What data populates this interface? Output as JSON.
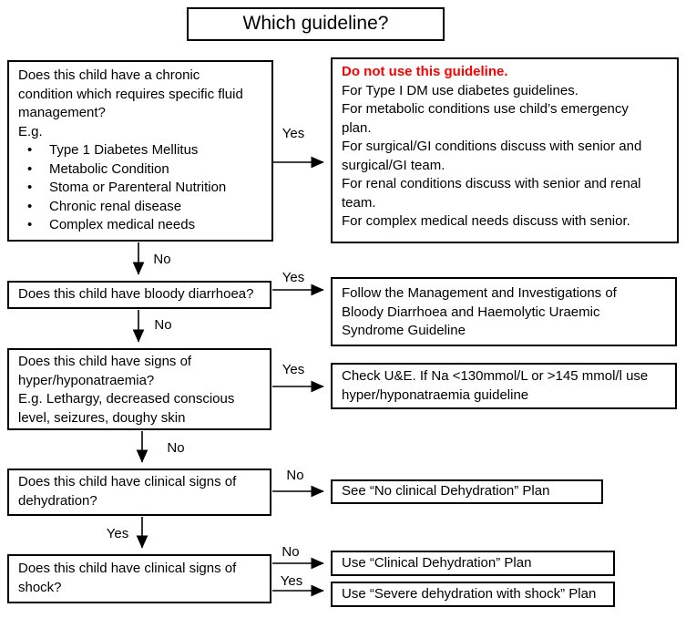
{
  "title": "Which guideline?",
  "labels": {
    "yes": "Yes",
    "no": "No"
  },
  "colors": {
    "warning_text": "#ff0000",
    "box_border": "#000000",
    "background": "#ffffff"
  },
  "questions": {
    "q1": {
      "intro": "Does this child have a chronic condition which requires specific fluid management?",
      "eg": "E.g.",
      "bullets": [
        "Type 1 Diabetes Mellitus",
        "Metabolic Condition",
        "Stoma or Parenteral Nutrition",
        "Chronic renal disease",
        "Complex medical needs"
      ]
    },
    "q2": {
      "text": "Does this child have bloody diarrhoea?"
    },
    "q3": {
      "line1": "Does this child have signs of hyper/hyponatraemia?",
      "line2": "E.g. Lethargy, decreased conscious level, seizures, doughy skin"
    },
    "q4": {
      "text": "Does this child have clinical signs of dehydration?"
    },
    "q5": {
      "text": "Does this child have clinical signs of shock?"
    }
  },
  "outcomes": {
    "a1": {
      "heading": "Do not use this guideline.",
      "lines": [
        "For Type I DM use diabetes guidelines.",
        "For metabolic conditions use child’s emergency plan.",
        "For surgical/GI conditions discuss with senior and surgical/GI team.",
        "For renal conditions discuss with senior and renal team.",
        "For complex medical needs discuss with senior."
      ]
    },
    "a2": {
      "text": "Follow the Management and Investigations of Bloody Diarrhoea and Haemolytic Uraemic Syndrome Guideline"
    },
    "a3": {
      "text": "Check U&E. If Na <130mmol/L or >145 mmol/l use hyper/hyponatraemia guideline"
    },
    "a4": {
      "text": "See “No clinical Dehydration” Plan"
    },
    "a5a": {
      "text": "Use “Clinical Dehydration” Plan"
    },
    "a5b": {
      "text": "Use “Severe dehydration with shock” Plan"
    }
  }
}
